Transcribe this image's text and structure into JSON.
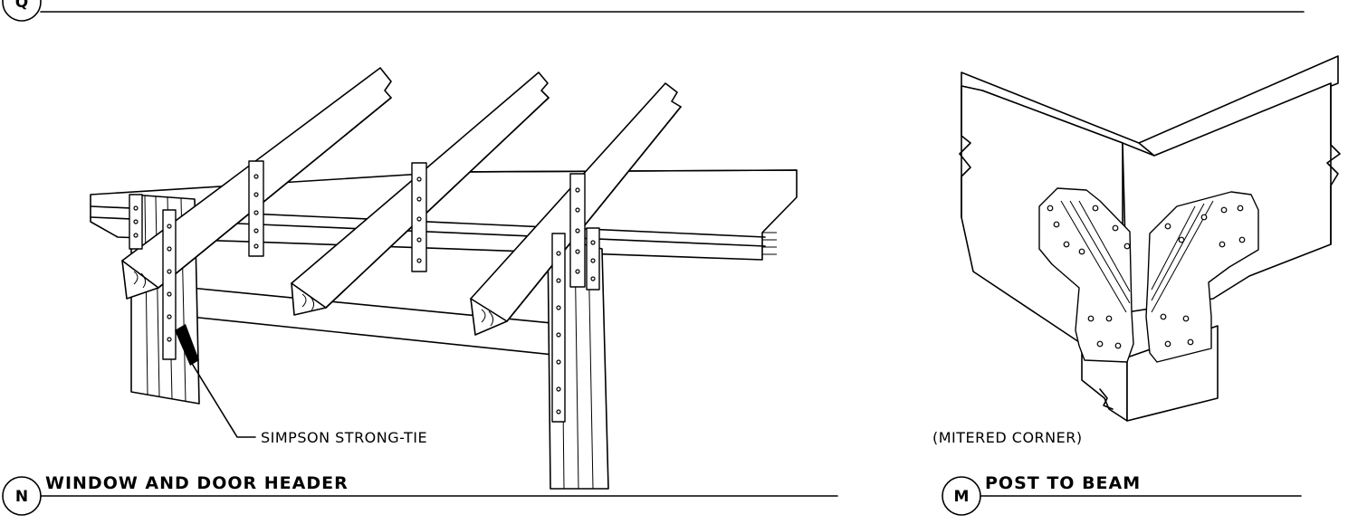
{
  "top_detail": {
    "letter": "Q"
  },
  "header_detail": {
    "letter": "N",
    "title": "WINDOW AND DOOR HEADER",
    "callout": "SIMPSON STRONG-TIE"
  },
  "post_detail": {
    "letter": "M",
    "title": "POST TO BEAM",
    "note": "(MITERED CORNER)"
  }
}
